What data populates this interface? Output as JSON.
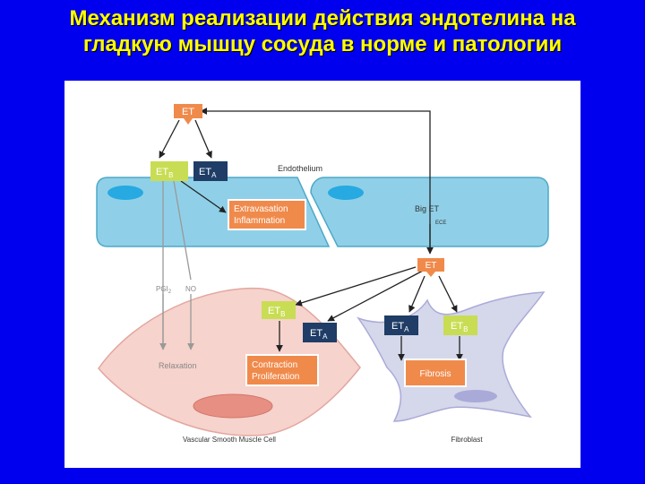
{
  "slide": {
    "title_line1": "Механизм реализации действия эндотелина на",
    "title_line2": "гладкую мышцу сосуда в норме и патологии"
  },
  "diagram": {
    "et_top": "ET",
    "etb_left": "ET",
    "etb_left_sub": "B",
    "eta_left": "ET",
    "eta_left_sub": "A",
    "endothelium": "Endothelium",
    "extravasation_line1": "Extravasation",
    "extravasation_line2": "Inflammation",
    "big_et": "Big ET",
    "ece": "ECE",
    "et_mid": "ET",
    "pgi2": "PGI",
    "pgi2_sub": "2",
    "no": "NO",
    "etb_smc": "ET",
    "etb_smc_sub": "B",
    "eta_smc": "ET",
    "eta_smc_sub": "A",
    "eta_fib": "ET",
    "eta_fib_sub": "A",
    "etb_fib": "ET",
    "etb_fib_sub": "B",
    "relaxation": "Relaxation",
    "contraction_line1": "Contraction",
    "contraction_line2": "Proliferation",
    "fibrosis": "Fibrosis",
    "vsmc_label": "Vascular Smooth Muscle Cell",
    "fibroblast_label": "Fibroblast"
  },
  "colors": {
    "background": "#0000ee",
    "title": "#ffff00",
    "orange_box": "#f08a4b",
    "green_box": "#c9dd54",
    "navy_box": "#1f3d66",
    "endothelial_cell": "#8fd0e8",
    "nucleus_blue": "#27a9e1",
    "smooth_muscle_cell": "#f6d3cc",
    "smc_nucleus": "#e88f83",
    "fibroblast": "#d5d7ea",
    "fib_nucleus": "#aaaad9"
  },
  "icons": [
    "arrow-icon"
  ]
}
